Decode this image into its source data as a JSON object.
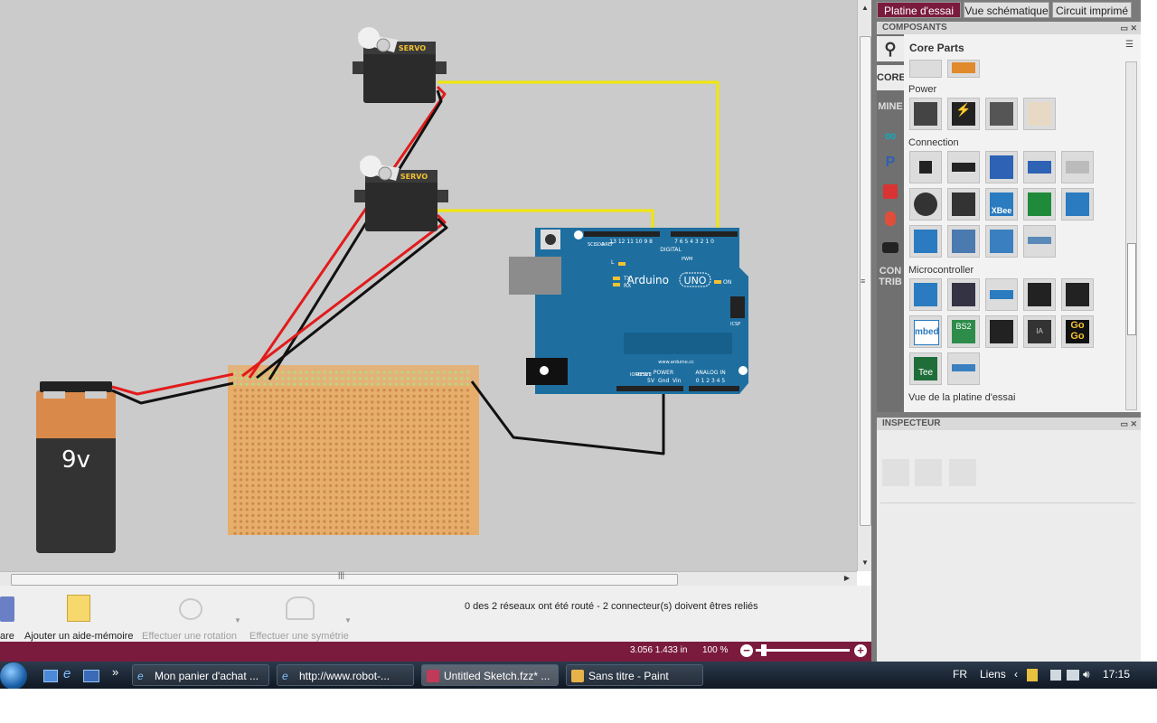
{
  "tabs": {
    "breadboard": "Platine d'essai",
    "schematic": "Vue schématique",
    "pcb": "Circuit imprimé"
  },
  "components": {
    "header": "COMPOSANTS",
    "bin_title": "Core Parts",
    "side_tabs": {
      "core": "CORE",
      "mine": "MINE",
      "contrib_1": "CON",
      "contrib_2": "TRIB"
    },
    "categories": {
      "power": "Power",
      "connection": "Connection",
      "microcontroller": "Microcontroller",
      "breadboard_view": "Vue de la platine d'essai"
    },
    "part_labels": {
      "xbee": "XBee",
      "bs2": "BS2",
      "mbed": "mbed",
      "gogo_1": "Go",
      "gogo_2": "Go",
      "tee": "Tee",
      "ia": "IA"
    }
  },
  "inspector": {
    "header": "INSPECTEUR"
  },
  "canvas": {
    "servo_label": "SERVO",
    "battery_label": "9v",
    "arduino": {
      "brand": "Arduino",
      "model": "UNO",
      "digital": "DIGITAL",
      "power": "POWER",
      "analog": "ANALOG IN",
      "website": "www.arduino.cc",
      "on": "ON",
      "icsp": "ICSP",
      "l": "L",
      "tx": "TX",
      "rx": "RX",
      "reset": "RESET",
      "ioref": "IOREF",
      "pin_3v3": "3V3",
      "pin_5v": "5V",
      "gnd": "Gnd",
      "vin": "Vin",
      "analog_pins": "0 1 2 3 4 5",
      "digital_pins_a": "13 12 11 10 9 8",
      "digital_pins_b": "7 6 5 4 3 2 1 0",
      "aref": "AREF",
      "scl": "SCL",
      "sda": "SDA",
      "pwm": "PWM"
    }
  },
  "toolbar": {
    "share_partial": "are",
    "add_note": "Ajouter un aide-mémoire",
    "rotate": "Effectuer une rotation",
    "flip": "Effectuer une symétrie",
    "routing_status": "0 des 2 réseaux ont été routé - 2 connecteur(s) doivent êtres reliés"
  },
  "footer": {
    "coords": "3.056 1.433 in",
    "zoom": "100 %",
    "zoom_level_percent": 100
  },
  "taskbar": {
    "items": [
      {
        "label": "Mon panier d'achat ..."
      },
      {
        "label": "http://www.robot-..."
      },
      {
        "label": "Untitled Sketch.fzz* ..."
      },
      {
        "label": "Sans titre - Paint"
      }
    ],
    "chevron": "»",
    "lang": "FR",
    "links": "Liens",
    "time": "17:15"
  },
  "colors": {
    "accent": "#7a1b3d",
    "canvas": "#cbcbcb",
    "arduino": "#1e6fa0",
    "wire_yellow": "#f2e600",
    "wire_red": "#e21b1b",
    "wire_black": "#111111",
    "protoboard": "#e7ad6b"
  }
}
